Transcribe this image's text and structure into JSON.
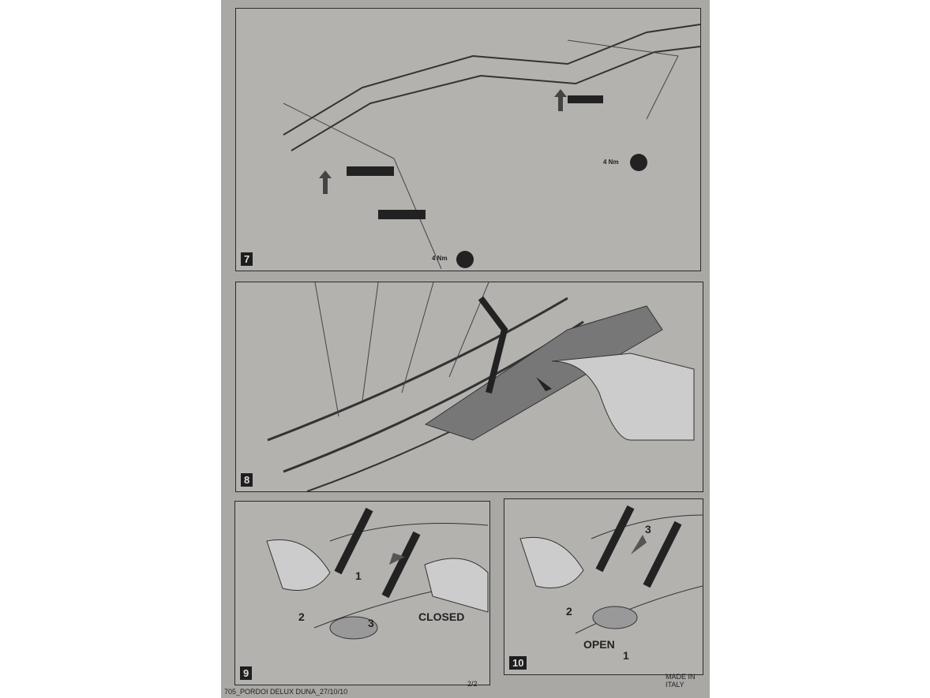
{
  "panels": [
    {
      "number": "7",
      "torque_1": "4 Nm",
      "torque_2": "4 Nm"
    },
    {
      "number": "8"
    },
    {
      "number": "9",
      "steps": [
        "1",
        "2",
        "3"
      ],
      "state": "CLOSED"
    },
    {
      "number": "10",
      "steps": [
        "3",
        "2",
        "1"
      ],
      "state": "OPEN"
    }
  ],
  "footer": {
    "doc_code": "705_PORDOI DELUX DUNA_27/10/10",
    "page": "2/2",
    "origin": "MADE IN ITALY"
  }
}
